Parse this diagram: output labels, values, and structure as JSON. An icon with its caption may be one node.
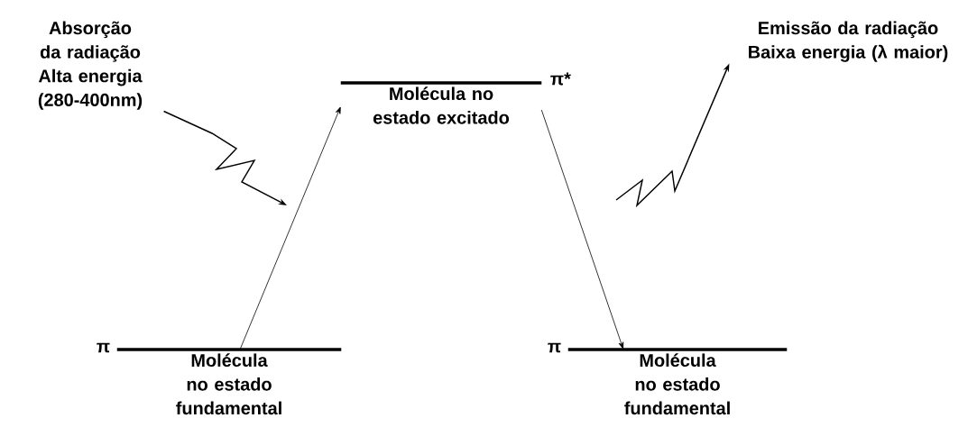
{
  "diagram": {
    "nodes": [
      {
        "text": [
          "Absorção da radiação",
          "Alta energia (280-400nm)"
        ]
      },
      {
        "text": [
          "Molécula no estado excitado"
        ],
        "beside": [
          "π*"
        ]
      },
      {
        "text": [
          "Emissão da radiação",
          "Baixa energia (λ maior)"
        ]
      },
      {
        "text": [
          "Molécula no estado fundamental"
        ],
        "beside": [
          "π"
        ]
      },
      {
        "text": [
          "Molécula no estado fundamental"
        ],
        "beside": [
          "π"
        ]
      }
    ],
    "edges": [
      {
        "from": 3,
        "to": 1,
        "arrow": "to"
      },
      {
        "from": 1,
        "to": 4,
        "arrow": "to"
      },
      {
        "from": 0,
        "to": null,
        "arrow": "to"
      },
      {
        "from": null,
        "to": 2,
        "arrow": "to"
      }
    ]
  }
}
